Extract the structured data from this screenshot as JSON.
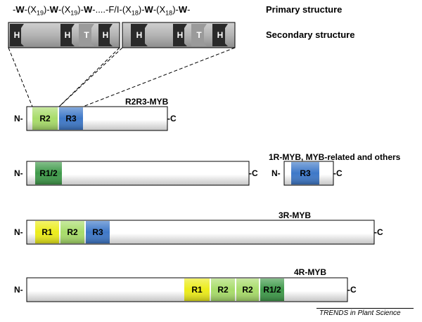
{
  "primary_structure": {
    "title": "Primary structure",
    "tokens": [
      "-",
      "W",
      "-(X",
      "19",
      ")-",
      "W",
      "-(X",
      "19",
      ")-",
      "W",
      "-....-F/I-(X",
      "18",
      ")-",
      "W",
      "-(X",
      "18",
      ")-",
      "W",
      "-"
    ]
  },
  "secondary_structure": {
    "title": "Secondary structure",
    "helix_label": "H",
    "turn_label": "T"
  },
  "proteins": [
    {
      "name": "R2R3-MYB",
      "domains": [
        "R2",
        "R3"
      ]
    },
    {
      "name": "1R-MYB, MYB-related and others",
      "domains": [
        "R1/2"
      ],
      "alt_domains": [
        "R3"
      ]
    },
    {
      "name": "3R-MYB",
      "domains": [
        "R1",
        "R2",
        "R3"
      ]
    },
    {
      "name": "4R-MYB",
      "domains": [
        "R1",
        "R2",
        "R2",
        "R1/2"
      ]
    }
  ],
  "termini": {
    "n": "N-",
    "c": "-C"
  },
  "colors": {
    "R1": "#ecec1a",
    "R2": "#a8dc6a",
    "R3": "#3e78c8",
    "R1/2": "#3f9a4a",
    "helix": "#383838",
    "turn": "#9a9a9a",
    "backbone": "#dcdcdc"
  },
  "footer": "TRENDS in Plant Science"
}
